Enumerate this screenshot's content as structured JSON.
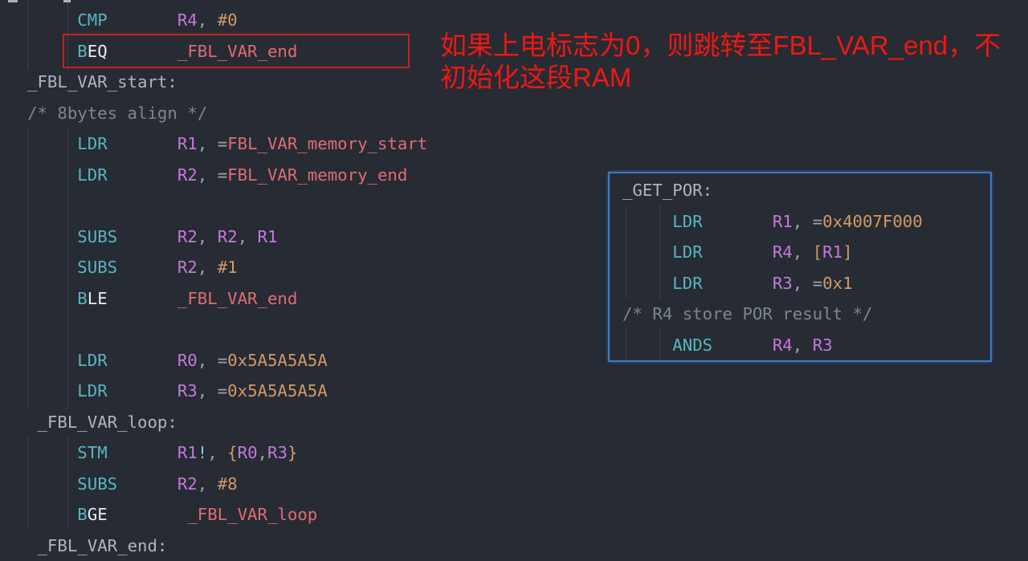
{
  "colors": {
    "background": "#272b33",
    "mnemonic": "#56b6c2",
    "condition_suffix": "#e9ecf1",
    "register": "#c678dd",
    "number": "#d19a66",
    "label_reference": "#e06c75",
    "label_definition": "#aeb5c0",
    "comment": "#7d8590",
    "red_highlight_border": "#c9201d",
    "blue_frame_border": "#3c79c9",
    "annotation_text": "#ee1813"
  },
  "annotation": {
    "lines": [
      "如果上电标志为0，则跳转至FBL_VAR_end，不",
      "初始化这段RAM"
    ]
  },
  "main_code": {
    "lines": [
      [
        [
          "sp",
          "     "
        ],
        [
          "mn",
          "CMP"
        ],
        [
          "sp",
          "       "
        ],
        [
          "reg",
          "R4"
        ],
        [
          "pun",
          ", "
        ],
        [
          "num",
          "#0"
        ]
      ],
      [
        [
          "sp",
          "     "
        ],
        [
          "mn",
          "B"
        ],
        [
          "cond",
          "EQ"
        ],
        [
          "sp",
          "       "
        ],
        [
          "ref",
          "_FBL_VAR_end"
        ]
      ],
      [
        [
          "lbl",
          "_FBL_VAR_start:"
        ]
      ],
      [
        [
          "com",
          "/* 8bytes align */"
        ]
      ],
      [
        [
          "sp",
          "     "
        ],
        [
          "mn",
          "LDR"
        ],
        [
          "sp",
          "       "
        ],
        [
          "reg",
          "R1"
        ],
        [
          "pun",
          ", "
        ],
        [
          "eq",
          "="
        ],
        [
          "ref",
          "FBL_VAR_memory_start"
        ]
      ],
      [
        [
          "sp",
          "     "
        ],
        [
          "mn",
          "LDR"
        ],
        [
          "sp",
          "       "
        ],
        [
          "reg",
          "R2"
        ],
        [
          "pun",
          ", "
        ],
        [
          "eq",
          "="
        ],
        [
          "ref",
          "FBL_VAR_memory_end"
        ]
      ],
      [],
      [
        [
          "sp",
          "     "
        ],
        [
          "mn",
          "SUBS"
        ],
        [
          "sp",
          "      "
        ],
        [
          "reg",
          "R2"
        ],
        [
          "pun",
          ", "
        ],
        [
          "reg",
          "R2"
        ],
        [
          "pun",
          ", "
        ],
        [
          "reg",
          "R1"
        ]
      ],
      [
        [
          "sp",
          "     "
        ],
        [
          "mn",
          "SUBS"
        ],
        [
          "sp",
          "      "
        ],
        [
          "reg",
          "R2"
        ],
        [
          "pun",
          ", "
        ],
        [
          "num",
          "#1"
        ]
      ],
      [
        [
          "sp",
          "     "
        ],
        [
          "mn",
          "B"
        ],
        [
          "cond",
          "LE"
        ],
        [
          "sp",
          "       "
        ],
        [
          "ref",
          "_FBL_VAR_end"
        ]
      ],
      [],
      [
        [
          "sp",
          "     "
        ],
        [
          "mn",
          "LDR"
        ],
        [
          "sp",
          "       "
        ],
        [
          "reg",
          "R0"
        ],
        [
          "pun",
          ", "
        ],
        [
          "eq",
          "="
        ],
        [
          "num",
          "0x5A5A5A5A"
        ]
      ],
      [
        [
          "sp",
          "     "
        ],
        [
          "mn",
          "LDR"
        ],
        [
          "sp",
          "       "
        ],
        [
          "reg",
          "R3"
        ],
        [
          "pun",
          ", "
        ],
        [
          "eq",
          "="
        ],
        [
          "num",
          "0x5A5A5A5A"
        ]
      ],
      [
        [
          "sp",
          " "
        ],
        [
          "lbl",
          "_FBL_VAR_loop:"
        ]
      ],
      [
        [
          "sp",
          "     "
        ],
        [
          "mn",
          "STM"
        ],
        [
          "sp",
          "       "
        ],
        [
          "reg",
          "R1"
        ],
        [
          "bang",
          "!"
        ],
        [
          "pun",
          ", "
        ],
        [
          "br",
          "{"
        ],
        [
          "reg",
          "R0"
        ],
        [
          "pun",
          ","
        ],
        [
          "reg",
          "R3"
        ],
        [
          "br",
          "}"
        ]
      ],
      [
        [
          "sp",
          "     "
        ],
        [
          "mn",
          "SUBS"
        ],
        [
          "sp",
          "      "
        ],
        [
          "reg",
          "R2"
        ],
        [
          "pun",
          ", "
        ],
        [
          "num",
          "#8"
        ]
      ],
      [
        [
          "sp",
          "     "
        ],
        [
          "mn",
          "B"
        ],
        [
          "cond",
          "GE"
        ],
        [
          "sp",
          "        "
        ],
        [
          "ref",
          "_FBL_VAR_loop"
        ]
      ],
      [
        [
          "sp",
          " "
        ],
        [
          "lbl",
          "_FBL_VAR_end:"
        ]
      ]
    ]
  },
  "por_box": {
    "lines": [
      [
        [
          "lbl",
          "_GET_POR:"
        ]
      ],
      [
        [
          "sp",
          "     "
        ],
        [
          "mn",
          "LDR"
        ],
        [
          "sp",
          "       "
        ],
        [
          "reg",
          "R1"
        ],
        [
          "pun",
          ", "
        ],
        [
          "eq",
          "="
        ],
        [
          "num",
          "0x4007F000"
        ]
      ],
      [
        [
          "sp",
          "     "
        ],
        [
          "mn",
          "LDR"
        ],
        [
          "sp",
          "       "
        ],
        [
          "reg",
          "R4"
        ],
        [
          "pun",
          ", "
        ],
        [
          "br",
          "["
        ],
        [
          "reg",
          "R1"
        ],
        [
          "br",
          "]"
        ]
      ],
      [
        [
          "sp",
          "     "
        ],
        [
          "mn",
          "LDR"
        ],
        [
          "sp",
          "       "
        ],
        [
          "reg",
          "R3"
        ],
        [
          "pun",
          ", "
        ],
        [
          "eq",
          "="
        ],
        [
          "num",
          "0x1"
        ]
      ],
      [
        [
          "com",
          "/* R4 store POR result */"
        ]
      ],
      [
        [
          "sp",
          "     "
        ],
        [
          "mn",
          "ANDS"
        ],
        [
          "sp",
          "      "
        ],
        [
          "reg",
          "R4"
        ],
        [
          "pun",
          ", "
        ],
        [
          "reg",
          "R3"
        ]
      ]
    ]
  }
}
